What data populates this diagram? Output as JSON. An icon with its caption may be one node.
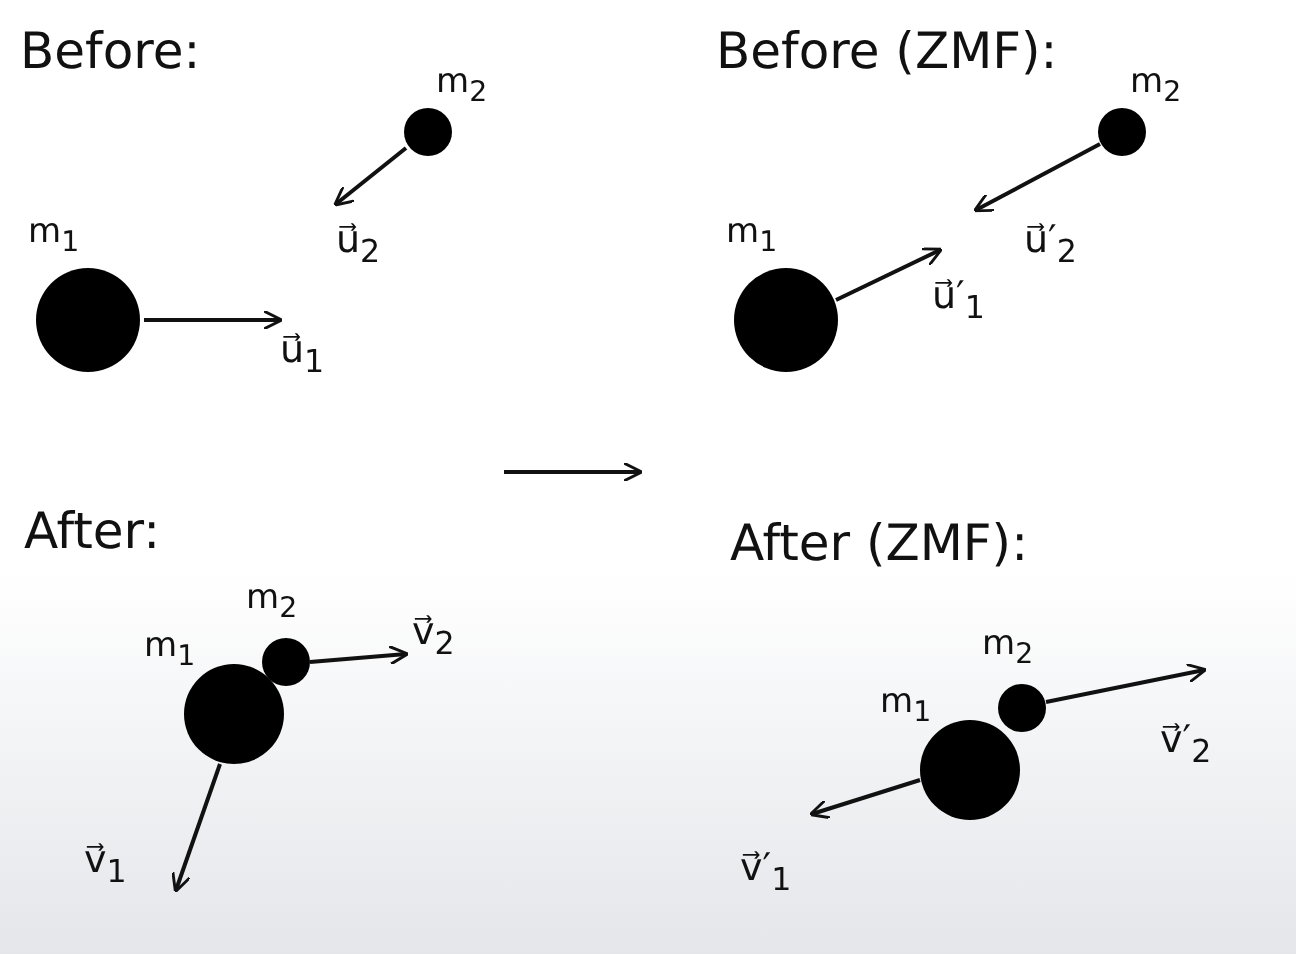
{
  "diagram": {
    "nodes": [
      {
        "text": [],
        "shape": "circle",
        "beside": [
          "m$_{2}$"
        ]
      },
      {
        "text": [],
        "shape": "circle",
        "beside": [
          "m$_{1}$"
        ]
      },
      {
        "text": [],
        "shape": "circle",
        "beside": [
          "m$_{2}$"
        ]
      },
      {
        "text": [],
        "shape": "circle",
        "beside": [
          "m$_{1}$"
        ]
      },
      {
        "text": [],
        "shape": "circle",
        "beside": [
          "m$_{2}$"
        ]
      },
      {
        "text": [],
        "shape": "circle",
        "beside": [
          "m$_{1}$"
        ]
      },
      {
        "text": [],
        "shape": "circle",
        "beside": [
          "m$_{2}$"
        ]
      },
      {
        "text": [],
        "shape": "circle",
        "beside": [
          "m$_{1}$"
        ]
      }
    ],
    "edges": [],
    "labels": [
      "Before:",
      "Before (ZMF):",
      "u⃗$_{2}$",
      "u⃗′$_{2}$",
      "u⃗$_{1}$",
      "u⃗′$_{1}$",
      "After:",
      "After (ZMF):",
      "v⃗$_{2}$",
      "v⃗′$_{2}$",
      "v⃗$_{1}$",
      "v⃗′$_{1}$"
    ]
  }
}
